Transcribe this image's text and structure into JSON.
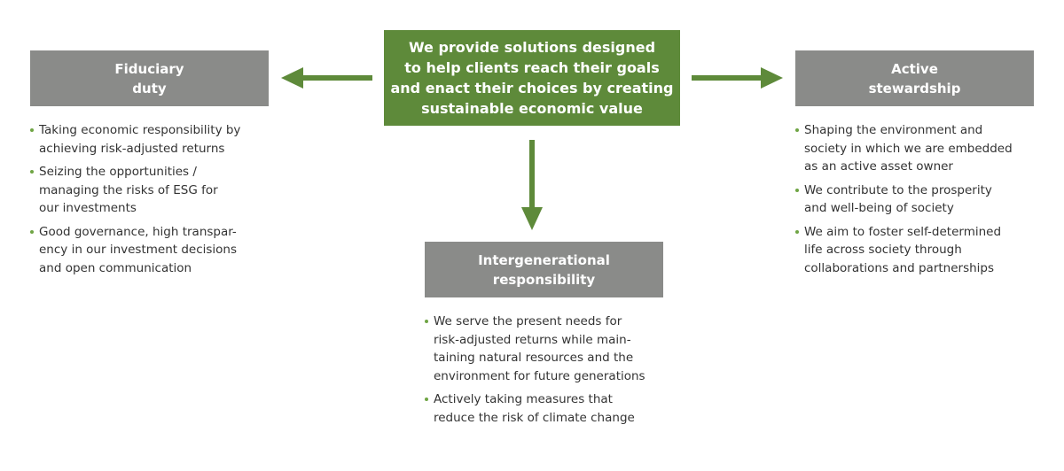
{
  "center": {
    "text": "We provide solutions designed\nto help clients reach their goals\nand enact their choices by creating\nsustainable economic value"
  },
  "fiduciary": {
    "title": "Fiduciary\nduty",
    "items": [
      "Taking economic responsibility by\nachieving risk-adjusted returns",
      "Seizing the opportunities /\nmanaging the risks of ESG for\nour investments",
      "Good governance, high transpar-\nency in our investment decisions\nand open communication"
    ]
  },
  "active": {
    "title": "Active\nstewardship",
    "items": [
      "Shaping the environment and\nsociety in which we are embedded\nas an active asset owner",
      "We contribute to the prosperity\nand well-being of society",
      "We aim to foster self-determined\nlife across society through\ncollaborations and partnerships"
    ]
  },
  "intergenerational": {
    "title": "Intergenerational\nresponsibility",
    "items": [
      "We serve the present needs for\nrisk-adjusted returns while main-\ntaining natural resources and the\nenvironment for future generations",
      "Actively taking measures that\nreduce the risk of climate change"
    ]
  },
  "colors": {
    "green": "#5e8a3a",
    "gray": "#8a8b89",
    "bullet": "#6fa544"
  }
}
